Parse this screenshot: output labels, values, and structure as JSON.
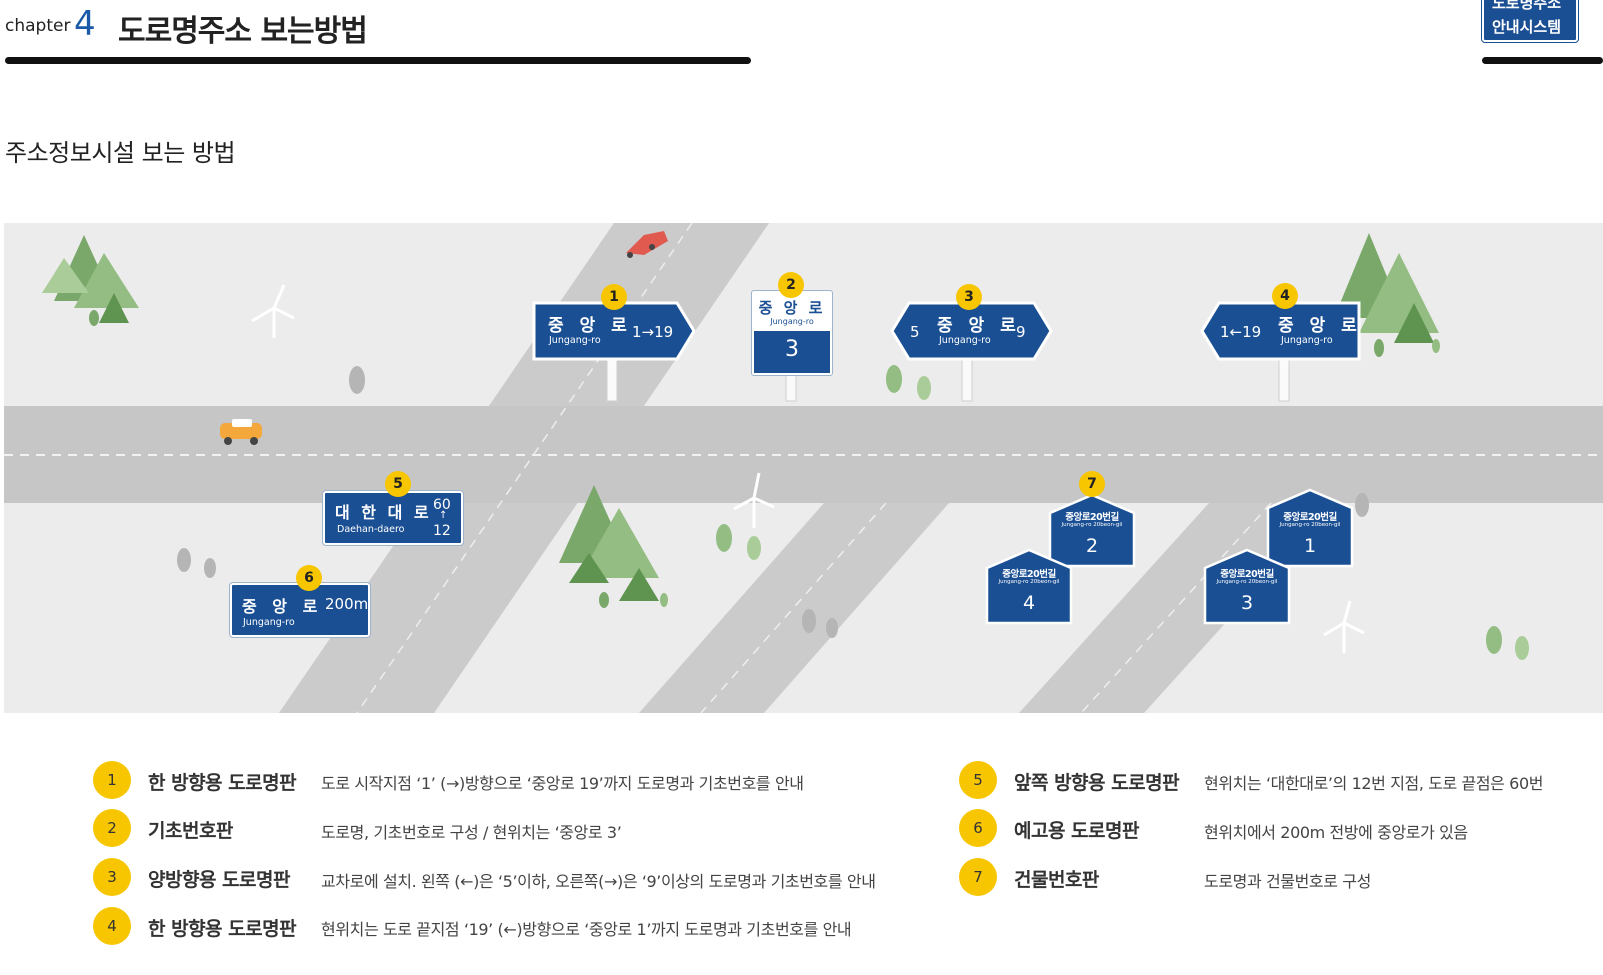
{
  "header": {
    "chapter_label": "chapter",
    "chapter_number": "4",
    "title": "도로명주소 보는방법",
    "badge_line1": "도로명주소",
    "badge_line2": "안내시스템"
  },
  "section_title": "주소정보시설 보는 방법",
  "signs": {
    "s1": {
      "marker": "1",
      "ko": "중 앙 로",
      "en": "Jungang-ro",
      "range": "1→19"
    },
    "s2": {
      "marker": "2",
      "ko": "중 앙 로",
      "en": "Jungang-ro",
      "num": "3"
    },
    "s3": {
      "marker": "3",
      "ko": "중 앙 로",
      "en": "Jungang-ro",
      "left": "5",
      "right": "9"
    },
    "s4": {
      "marker": "4",
      "ko": "중 앙 로",
      "en": "Jungang-ro",
      "range": "1←19"
    },
    "s5": {
      "marker": "5",
      "ko": "대 한 대 로",
      "en": "Daehan-daero",
      "top": "60",
      "arrow": "↑",
      "bottom": "12"
    },
    "s6": {
      "marker": "6",
      "ko": "중 앙 로",
      "en": "Jungang-ro",
      "dist": "200m"
    },
    "s7": {
      "marker": "7"
    }
  },
  "buildings": [
    {
      "ko": "중앙로20번길",
      "en": "Jungang-ro 20beon-gil",
      "num": "2"
    },
    {
      "ko": "중앙로20번길",
      "en": "Jungang-ro 20beon-gil",
      "num": "4"
    },
    {
      "ko": "중앙로20번길",
      "en": "Jungang-ro 20beon-gil",
      "num": "1"
    },
    {
      "ko": "중앙로20번길",
      "en": "Jungang-ro 20beon-gil",
      "num": "3"
    }
  ],
  "legend": [
    {
      "num": "1",
      "name": "한 방향용 도로명판",
      "desc": "도로 시작지점 ‘1’ (→)방향으로 ‘중앙로 19’까지 도로명과 기초번호를 안내"
    },
    {
      "num": "2",
      "name": "기초번호판",
      "desc": "도로명, 기초번호로 구성 / 현위치는 ‘중앙로 3’"
    },
    {
      "num": "3",
      "name": "양방향용 도로명판",
      "desc": "교차로에 설치. 왼쪽 (←)은 ‘5’이하, 오른쪽(→)은 ‘9’이상의 도로명과 기초번호를 안내"
    },
    {
      "num": "4",
      "name": "한 방향용 도로명판",
      "desc": "현위치는 도로 끝지점 ‘19’ (←)방향으로 ‘중앙로 1’까지 도로명과 기초번호를 안내"
    },
    {
      "num": "5",
      "name": "앞쪽 방향용 도로명판",
      "desc": "현위치는 ‘대한대로’의 12번 지점, 도로 끝점은 60번"
    },
    {
      "num": "6",
      "name": "예고용 도로명판",
      "desc": "현위치에서 200m 전방에 중앙로가 있음"
    },
    {
      "num": "7",
      "name": "건물번호판",
      "desc": "도로명과 건물번호로 구성"
    }
  ],
  "colors": {
    "sign_blue": "#1b4f93",
    "marker_yellow": "#f7c600",
    "road_gray": "#c9c9c9",
    "ground": "#ececec"
  }
}
